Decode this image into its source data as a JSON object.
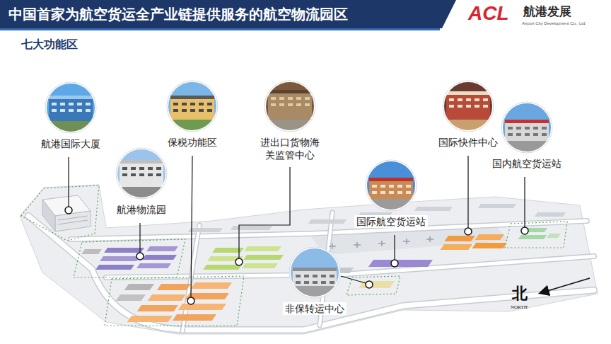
{
  "diagram": {
    "title": "中国首家为航空货运全产业链提供服务的航空物流园区",
    "nodes": [
      {
        "text": [
          "航港国际大厦"
        ]
      },
      {
        "text": [
          "保税功能区"
        ]
      },
      {
        "text": [
          "进出口货物海 关监管中心"
        ]
      },
      {
        "text": [
          "国际快件中心"
        ]
      },
      {
        "text": [
          "国内航空货运站"
        ]
      },
      {
        "text": [
          "航港物流园"
        ]
      },
      {
        "text": [
          "国际航空货运站"
        ]
      },
      {
        "text": [
          "非保转运中心"
        ]
      }
    ],
    "labels": [
      "七大功能区",
      "ACL",
      "航港发展",
      "Airport City Development Co., Ltd.",
      "北",
      "NORTH"
    ]
  }
}
